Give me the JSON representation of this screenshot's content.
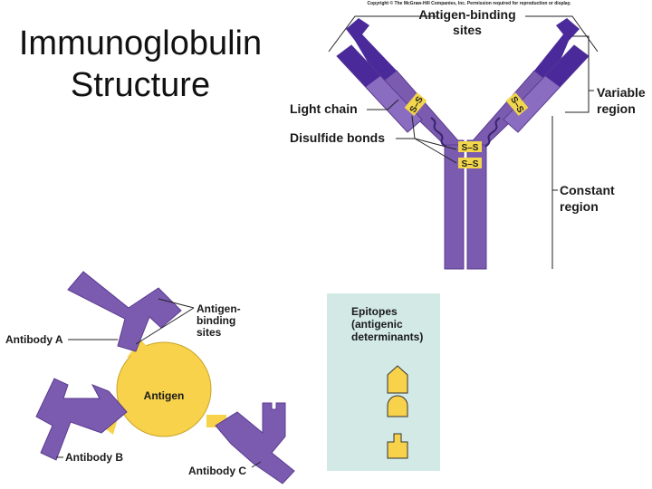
{
  "slide": {
    "title_line1": "Immunoglobulin",
    "title_line2": "Structure"
  },
  "top_diagram": {
    "copyright": "Copyright © The McGraw-Hill Companies, Inc. Permission required for reproduction or display.",
    "antigen_binding_line1": "Antigen-binding",
    "antigen_binding_line2": "sites",
    "light_chain": "Light chain",
    "disulfide_bonds": "Disulfide bonds",
    "variable_line1": "Variable",
    "variable_line2": "region",
    "constant_line1": "Constant",
    "constant_line2": "region",
    "ss_label": "S–S",
    "colors": {
      "heavy_chain": "#7b5bb0",
      "light_chain": "#8a6cc0",
      "variable": "#4a2a9a",
      "bond_highlight": "#f2d64b"
    }
  },
  "bottom_left": {
    "antigen_binding_line1": "Antigen-",
    "antigen_binding_line2": "binding",
    "antigen_binding_line3": "sites",
    "antibody_a": "Antibody A",
    "antibody_b": "Antibody B",
    "antibody_c": "Antibody C",
    "antigen": "Antigen",
    "colors": {
      "antibody": "#7b5bb0",
      "antigen": "#f7d24a"
    }
  },
  "epitopes_panel": {
    "line1": "Epitopes",
    "line2": "(antigenic",
    "line3": "determinants)",
    "colors": {
      "panel_bg": "#d2e9e6",
      "epitope": "#f7d24a"
    }
  }
}
